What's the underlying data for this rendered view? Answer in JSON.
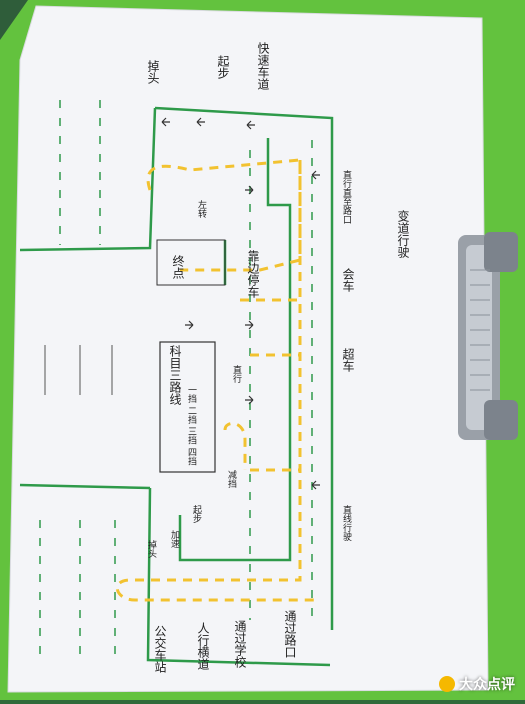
{
  "photo": {
    "description_free": true,
    "colors": {
      "background": "#2f6a3a",
      "clipboard": "#63c23e",
      "paper": "#f4f5f8",
      "road_line": "#2e9a4a",
      "route": "#f2c230",
      "ink": "#222222"
    }
  },
  "sketch": {
    "labels": {
      "bus_lane": "快速车道",
      "start": "起步",
      "u_turn_top": "掉头",
      "straight_right_1": "直行直至路口",
      "lane_change_1": "变道行驶",
      "meet": "会车",
      "overtake": "超车",
      "straight_2": "直线行驶",
      "pass_intersection": "通过路口",
      "end_marker": "终点",
      "pull_over": "靠边停车",
      "left_turn": "左转",
      "straight_lane": "直行",
      "through_road": "通过学校",
      "bus_stop": "公交车站",
      "crosswalk": "人行横道",
      "exam_route": "科目三路线",
      "gear_sequence": "一挡 二挡 三挡 四挡",
      "limit": "减挡",
      "start_u": "起步",
      "accel": "加速",
      "u_turn_bottom": "掉头"
    }
  },
  "watermark": {
    "text": "大众点评",
    "icon": "dianping-logo-icon"
  }
}
